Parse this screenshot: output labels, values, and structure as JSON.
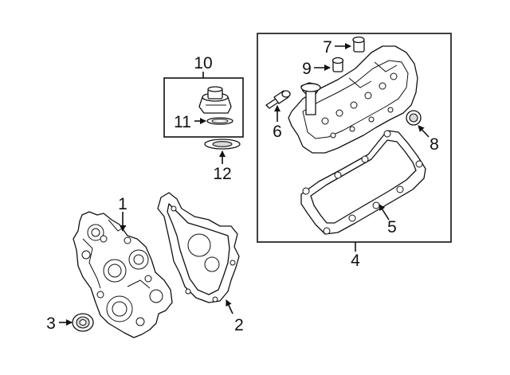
{
  "callouts": {
    "c1": "1",
    "c2": "2",
    "c3": "3",
    "c4": "4",
    "c5": "5",
    "c6": "6",
    "c7": "7",
    "c8": "8",
    "c9": "9",
    "c10": "10",
    "c11": "11",
    "c12": "12"
  },
  "colors": {
    "ink": "#111111",
    "background": "#ffffff",
    "shade": "#d9d9d9"
  }
}
